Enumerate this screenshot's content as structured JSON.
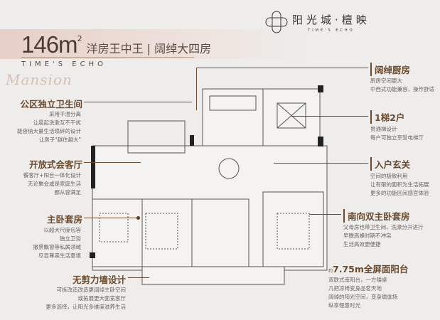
{
  "header": {
    "area": "146m",
    "area_sup": "2",
    "tagline": "洋房王中王 | 阔绰大四房",
    "brand_en": "TIME'S ECHO",
    "script": "Mansion"
  },
  "logo": {
    "name": "阳光城·檀映",
    "en": "TIME'S ECHO"
  },
  "left": [
    {
      "title": "公区独立卫生间",
      "lines": [
        "采用干湿分离",
        "让晨起洗漱互不干扰",
        "能容纳大量生活琐碎的设计",
        "让房子\"越住越大\""
      ]
    },
    {
      "title": "开放式会客厅",
      "lines": [
        "餐客厅+阳台一体化设计",
        "无论聚会或是家庭生活",
        "都从容满足"
      ]
    },
    {
      "title": "主卧套房",
      "lines": [
        "以超大尺度包容",
        "独立卫浴",
        "撤景飘窗等私属领域",
        "尽显尊崇生活意境"
      ]
    },
    {
      "title": "无剪力墙设计",
      "lines": [
        "可拆改造改造更阔绰主卧空间",
        "或拓展更大面宽客厅",
        "更多选择，让阳光多维度滋养生活"
      ]
    }
  ],
  "right": [
    {
      "title": "阔绰厨房",
      "lines": [
        "厨房空间更大",
        "中西式功能兼容，操作舒适"
      ]
    },
    {
      "title": "1梯2户",
      "lines": [
        "贯通梯设计",
        "每户可独立享受电梯厅"
      ]
    },
    {
      "title": "入户玄关",
      "lines": [
        "空间的极致利用",
        "让有限的面积为生活拓展",
        "更多的功能区间感官体验"
      ]
    },
    {
      "title": "南向双主卧套房",
      "lines": [
        "父母房也带卫生间，洗漱分开进行",
        "早晚高峰时期不冲突",
        "生活高效更便捷"
      ]
    },
    {
      "title_prefix": "约",
      "title": "7.75m全屏面阳台",
      "lines": [
        "双联式南阳台，一方矮桌",
        "几把凉椅变身品茗天地",
        "阔绰的阳光空间，变身瑜伽场",
        "纵享惬意时光"
      ]
    }
  ]
}
